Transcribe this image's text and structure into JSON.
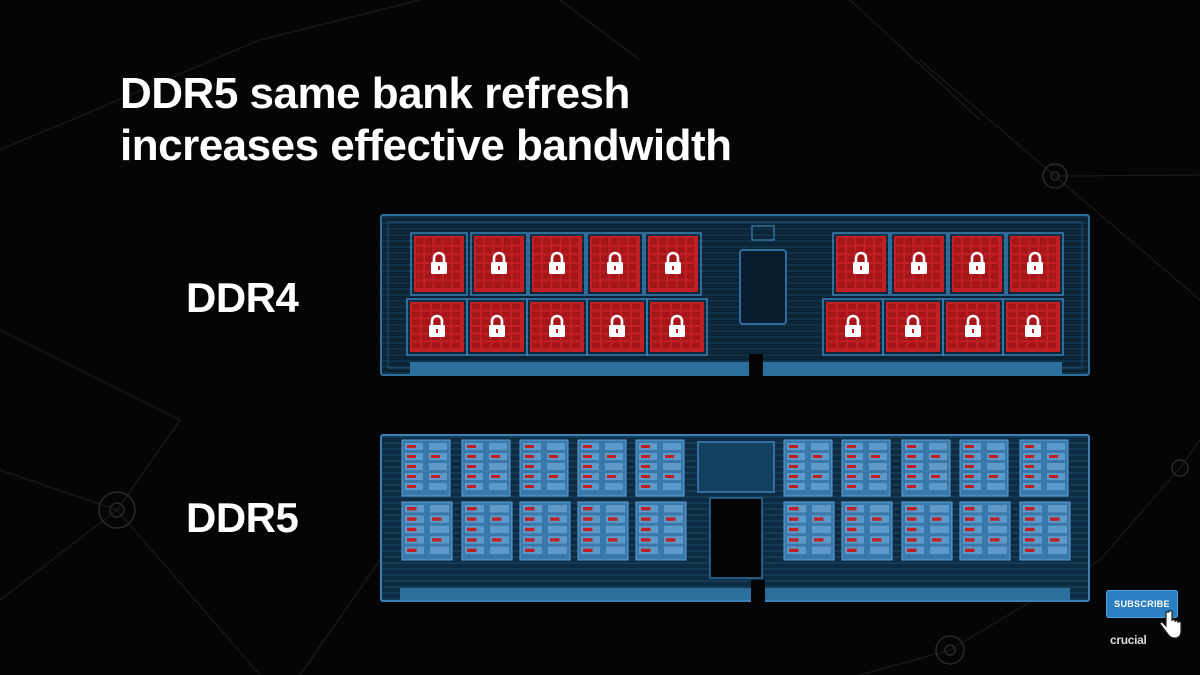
{
  "title": {
    "line1": "DDR5 same bank refresh",
    "line2": "increases effective bandwidth"
  },
  "modules": {
    "ddr4": {
      "label": "DDR4"
    },
    "ddr5": {
      "label": "DDR5"
    }
  },
  "subscribe": {
    "label": "SUBSCRIBE"
  },
  "logo": {
    "text": "crucial"
  },
  "colors": {
    "background": "#050505",
    "pcb_blue": "#2d6f9c",
    "bank_red": "#c01f24",
    "lock_white": "#ffffff",
    "subscribe_blue": "#2b7ec0"
  },
  "icons": [
    "padlock-icon",
    "hand-cursor-icon"
  ]
}
